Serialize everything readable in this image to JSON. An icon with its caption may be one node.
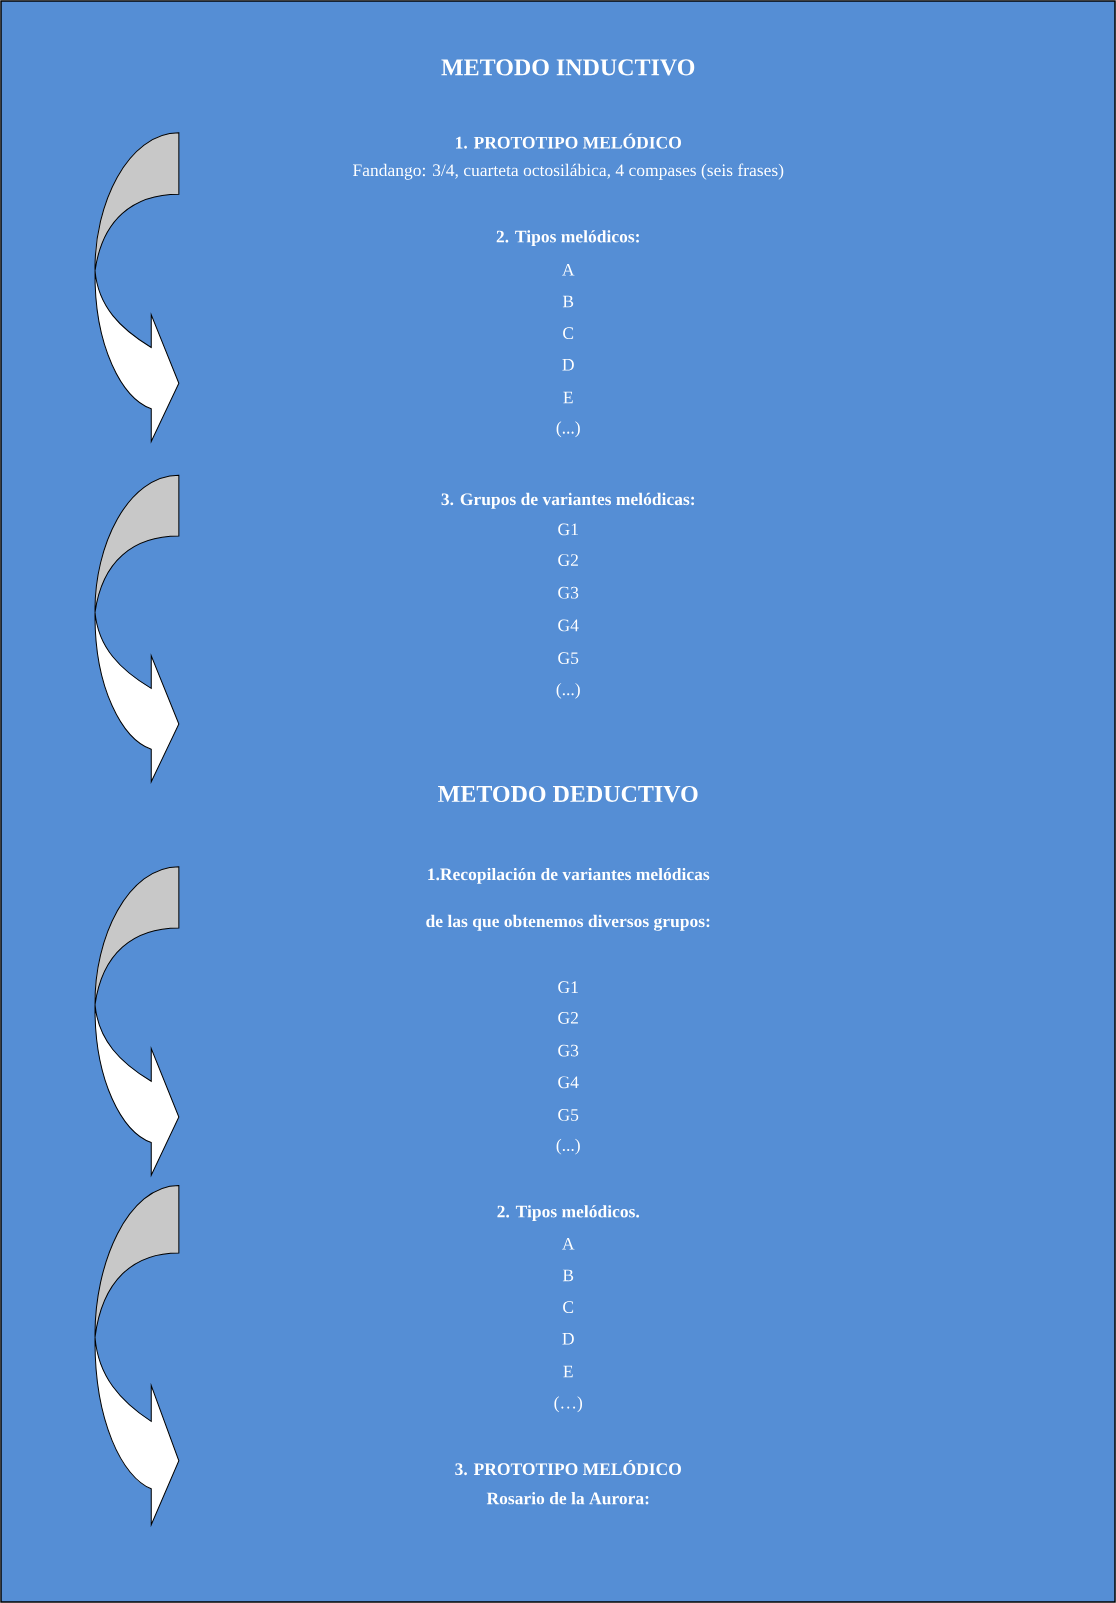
{
  "diagram": {
    "labels": [
      "METODO INDUCTIVO",
      "1. PROTOTIPO MELÓDICO",
      "Fandango: 3/4, cuarteta octosilábica, 4 compases (seis frases)",
      "2. Tipos melódicos:",
      "A",
      "B",
      "C",
      "D",
      "E",
      "(...)",
      "3. Grupos de variantes melódicas:",
      "G1",
      "G2",
      "G3",
      "G4",
      "G5",
      "(...)",
      "METODO DEDUCTIVO",
      "1.Recopilación de variantes melódicas",
      "de las que obtenemos diversos grupos:",
      "G1",
      "G2",
      "G3",
      "G4",
      "G5",
      "(...)",
      "2. Tipos melódicos.",
      "A",
      "B",
      "C",
      "D",
      "E",
      "(…)",
      "3. PROTOTIPO MELÓDICO",
      "Rosario de la Aurora:"
    ]
  }
}
